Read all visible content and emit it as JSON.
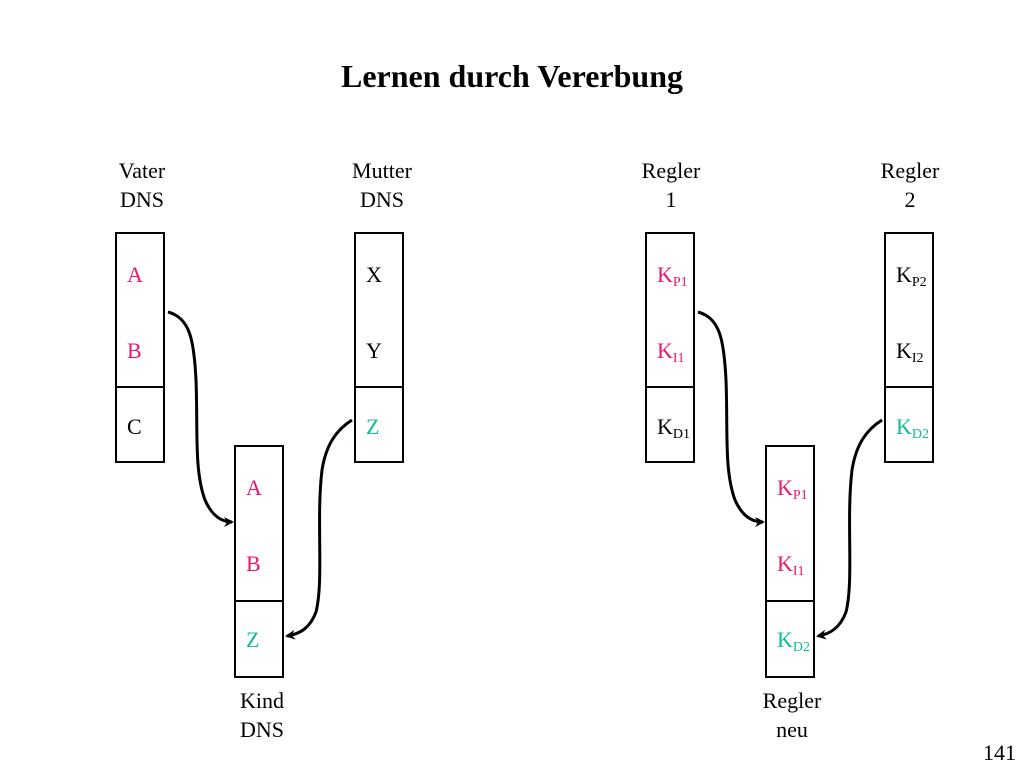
{
  "title": "Lernen durch Vererbung",
  "page_number": "141",
  "colors": {
    "pink": "#e8176f",
    "teal": "#10b99a",
    "black": "#000000"
  },
  "left": {
    "vater": {
      "label1": "Vater",
      "label2": "DNS",
      "cells": [
        "A",
        "B",
        "C"
      ]
    },
    "mutter": {
      "label1": "Mutter",
      "label2": "DNS",
      "cells": [
        "X",
        "Y",
        "Z"
      ]
    },
    "kind": {
      "label1": "Kind",
      "label2": "DNS",
      "cells": [
        "A",
        "B",
        "Z"
      ]
    }
  },
  "right": {
    "regler1": {
      "label1": "Regler",
      "label2": "1",
      "cells": [
        {
          "base": "K",
          "sub": "P1"
        },
        {
          "base": "K",
          "sub": "I1"
        },
        {
          "base": "K",
          "sub": "D1"
        }
      ]
    },
    "regler2": {
      "label1": "Regler",
      "label2": "2",
      "cells": [
        {
          "base": "K",
          "sub": "P2"
        },
        {
          "base": "K",
          "sub": "I2"
        },
        {
          "base": "K",
          "sub": "D2"
        }
      ]
    },
    "neu": {
      "label1": "Regler",
      "label2": "neu",
      "cells": [
        {
          "base": "K",
          "sub": "P1"
        },
        {
          "base": "K",
          "sub": "I1"
        },
        {
          "base": "K",
          "sub": "D2"
        }
      ]
    }
  }
}
